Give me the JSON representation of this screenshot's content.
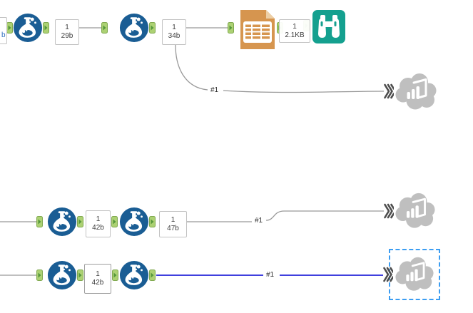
{
  "workflow": {
    "description_label": "Alteryx-style workflow canvas",
    "annotations": {
      "edge_partial": {
        "text": "b"
      },
      "top_1": {
        "count": "1",
        "size": "29b"
      },
      "top_2": {
        "count": "1",
        "size": "34b"
      },
      "top_3": {
        "count": "1",
        "size": "2.1KB"
      },
      "mid_1": {
        "count": "1",
        "size": "42b"
      },
      "mid_2": {
        "count": "1",
        "size": "47b"
      },
      "bottom_1": {
        "count": "1",
        "size": "42b"
      }
    },
    "connections": {
      "top_branch": {
        "label": "#1"
      },
      "mid_branch": {
        "label": "#1"
      },
      "bottom_branch": {
        "label": "#1"
      }
    },
    "icons": {
      "formula": "flask-icon",
      "output_data": "table-document-icon",
      "browse": "binoculars-icon",
      "publish_power_bi": "power-bi-cloud-icon",
      "tool_anchor": "connector-arrow-icon",
      "wireless_connector": "triple-chevron-icon"
    },
    "colors": {
      "tool_blue": "#1A5D94",
      "anchor_green": "#ACD173",
      "anchor_arrow_green": "#55973B",
      "output_orange": "#D6954F",
      "browse_teal": "#14A08F",
      "cloud_gray": "#BFBFBF",
      "connection_gray": "#999999",
      "connection_selected_blue": "#4040DE",
      "selection_dash_blue": "#3B9DF2"
    }
  }
}
